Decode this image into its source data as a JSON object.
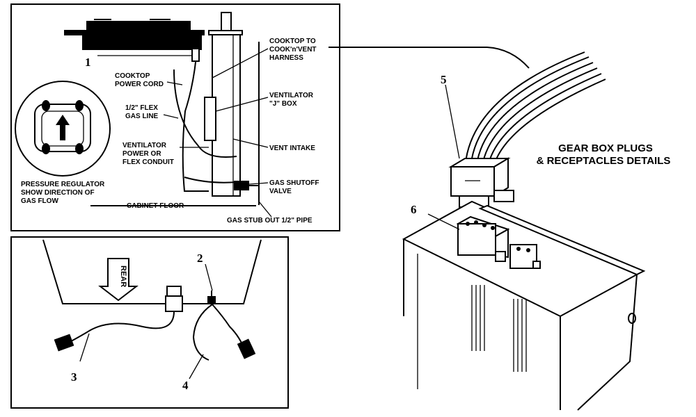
{
  "top_panel": {
    "labels": {
      "cooktop_power_cord": [
        "COOKTOP",
        "POWER CORD"
      ],
      "flex_gas_line": [
        "1/2\" FLEX",
        "GAS LINE"
      ],
      "ventilator_power": [
        "VENTILATOR",
        "POWER OR",
        "FLEX CONDUIT"
      ],
      "harness": [
        "COOKTOP TO",
        "COOK'n'VENT",
        "HARNESS"
      ],
      "j_box": [
        "VENTILATOR",
        "\"J\" BOX"
      ],
      "vent_intake": "VENT INTAKE",
      "gas_shutoff": [
        "GAS SHUTOFF",
        "VALVE"
      ],
      "gas_stub": "GAS STUB OUT 1/2\" PIPE",
      "cabinet_floor": "CABINET FLOOR",
      "pressure_regulator": [
        "PRESSURE REGULATOR",
        "SHOW DIRECTION OF",
        "GAS FLOW"
      ]
    }
  },
  "bottom_panel": {
    "rear_label": "REAR"
  },
  "detail": {
    "title": [
      "GEAR BOX PLUGS",
      "& RECEPTACLES DETAILS"
    ]
  },
  "callouts": {
    "c1": "1",
    "c2": "2",
    "c3": "3",
    "c4": "4",
    "c5": "5",
    "c6": "6"
  }
}
